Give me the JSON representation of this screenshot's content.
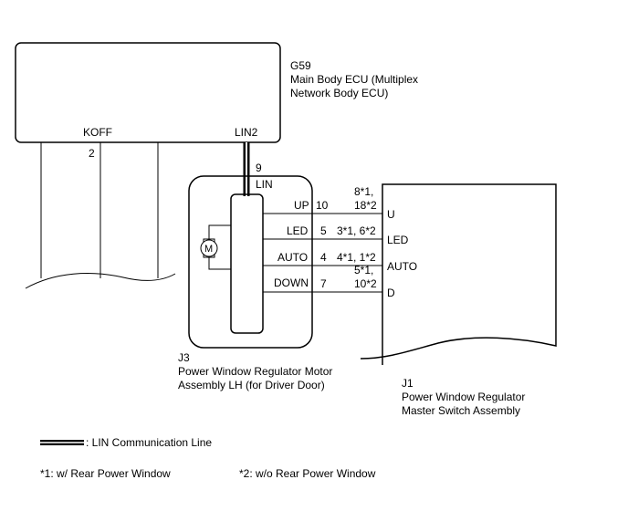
{
  "ecu": {
    "code": "G59",
    "name_line1": "Main Body ECU (Multiplex",
    "name_line2": "Network Body ECU)",
    "pin_koff": "KOFF",
    "pin_koff_num": "2",
    "pin_lin2": "LIN2"
  },
  "j3": {
    "code": "J3",
    "name_line1": "Power Window Regulator Motor",
    "name_line2": "Assembly LH (for Driver Door)",
    "lin_pin_num": "9",
    "lin_pin_label": "LIN",
    "motor_symbol": "M",
    "pins": [
      {
        "label": "UP",
        "num": "10"
      },
      {
        "label": "LED",
        "num": "5"
      },
      {
        "label": "AUTO",
        "num": "4"
      },
      {
        "label": "DOWN",
        "num": "7"
      }
    ]
  },
  "j1": {
    "code": "J1",
    "name_line1": "Power Window Regulator",
    "name_line2": "Master Switch Assembly",
    "pins": [
      {
        "label": "U",
        "num_line1": "8*1,",
        "num_line2": "18*2"
      },
      {
        "label": "LED",
        "num_line1": "3*1, 6*2",
        "num_line2": ""
      },
      {
        "label": "AUTO",
        "num_line1": "4*1, 1*2",
        "num_line2": ""
      },
      {
        "label": "D",
        "num_line1": "5*1,",
        "num_line2": "10*2"
      }
    ]
  },
  "legend": {
    "lin_line": ": LIN Communication Line",
    "note1": "*1: w/ Rear Power Window",
    "note2": "*2: w/o Rear Power Window"
  }
}
